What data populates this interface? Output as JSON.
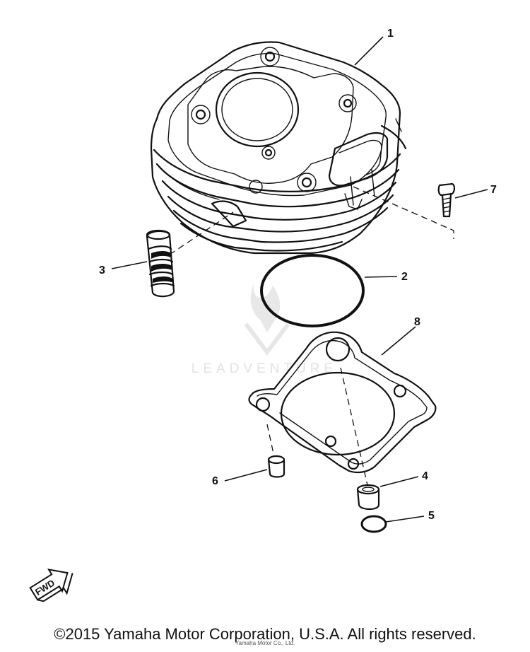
{
  "callouts": [
    "1",
    "2",
    "3",
    "4",
    "5",
    "6",
    "7",
    "8"
  ],
  "watermark": "LEADVENTURE",
  "fwd_label": "FWD",
  "copyright": "©2015 Yamaha Motor Corporation, U.S.A. All rights reserved.",
  "small_print": "Yamaha Motor Co., Ltd."
}
